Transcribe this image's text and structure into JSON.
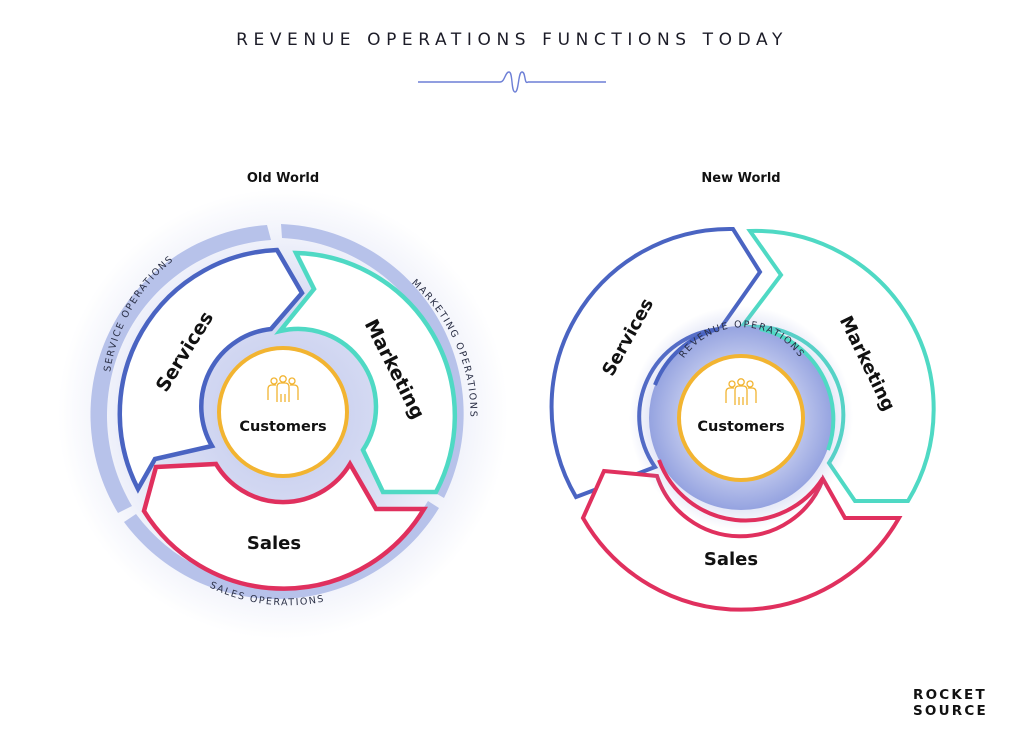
{
  "header": {
    "title": "REVENUE OPERATIONS FUNCTIONS TODAY"
  },
  "old_world": {
    "title": "Old World",
    "center_label": "Customers",
    "segments": {
      "services": "Services",
      "marketing": "Marketing",
      "sales": "Sales"
    },
    "ops_ring": {
      "service_operations": "SERVICE OPERATIONS",
      "marketing_operations": "MARKETING OPERATIONS",
      "sales_operations": "SALES OPERATIONS"
    }
  },
  "new_world": {
    "title": "New World",
    "center_label": "Customers",
    "hub_label": "REVENUE OPERATIONS",
    "segments": {
      "services": "Services",
      "marketing": "Marketing",
      "sales": "Sales"
    }
  },
  "logo": {
    "line1": "ROCKET",
    "line2": "SOURCE"
  },
  "colors": {
    "services": "#4a64c2",
    "marketing": "#4fd9c4",
    "sales": "#e0305e",
    "customers": "#f2b431",
    "ops_ring": "#b7c2ea",
    "glow": "#8d9bdd"
  },
  "icons": {
    "center": "people-group-icon",
    "divider": "waveform-icon"
  }
}
